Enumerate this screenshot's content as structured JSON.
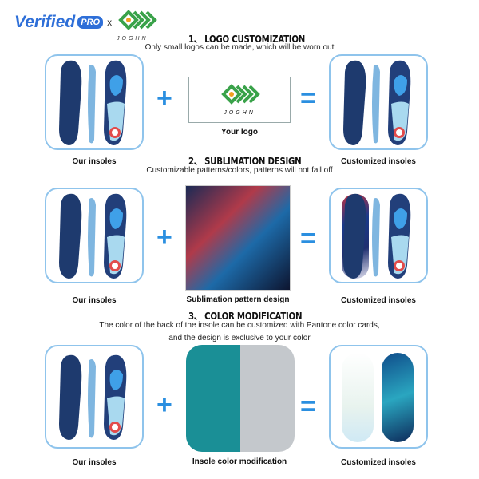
{
  "brand": {
    "name": "Verified",
    "badge": "PRO",
    "x": "x",
    "partner": "JOGHN"
  },
  "sections": [
    {
      "heading": "1、 LOGO CUSTOMIZATION",
      "subtitle": "Only small logos can be made, which will be worn out",
      "left_caption": "Our insoles",
      "middle_caption": "Your logo",
      "right_caption": "Customized insoles"
    },
    {
      "heading": "2、 SUBLIMATION DESIGN",
      "subtitle": "Customizable patterns/colors, patterns will not fall off",
      "left_caption": "Our insoles",
      "middle_caption": "Sublimation pattern design",
      "right_caption": "Customized insoles"
    },
    {
      "heading": "3、 COLOR MODIFICATION",
      "subtitle": "The color of the back of the insole can be customized with Pantone color cards,",
      "subtitle2": "and the design is exclusive to your color",
      "left_caption": "Our insoles",
      "middle_caption": "Insole color modification",
      "right_caption": "Customized insoles"
    }
  ],
  "operators": {
    "plus": "+",
    "equals": "="
  },
  "colors": {
    "accent": "#2b8fe0",
    "teal": "#1a8f96",
    "gray": "#c4c8cc",
    "navy": "#1e3a6e"
  }
}
